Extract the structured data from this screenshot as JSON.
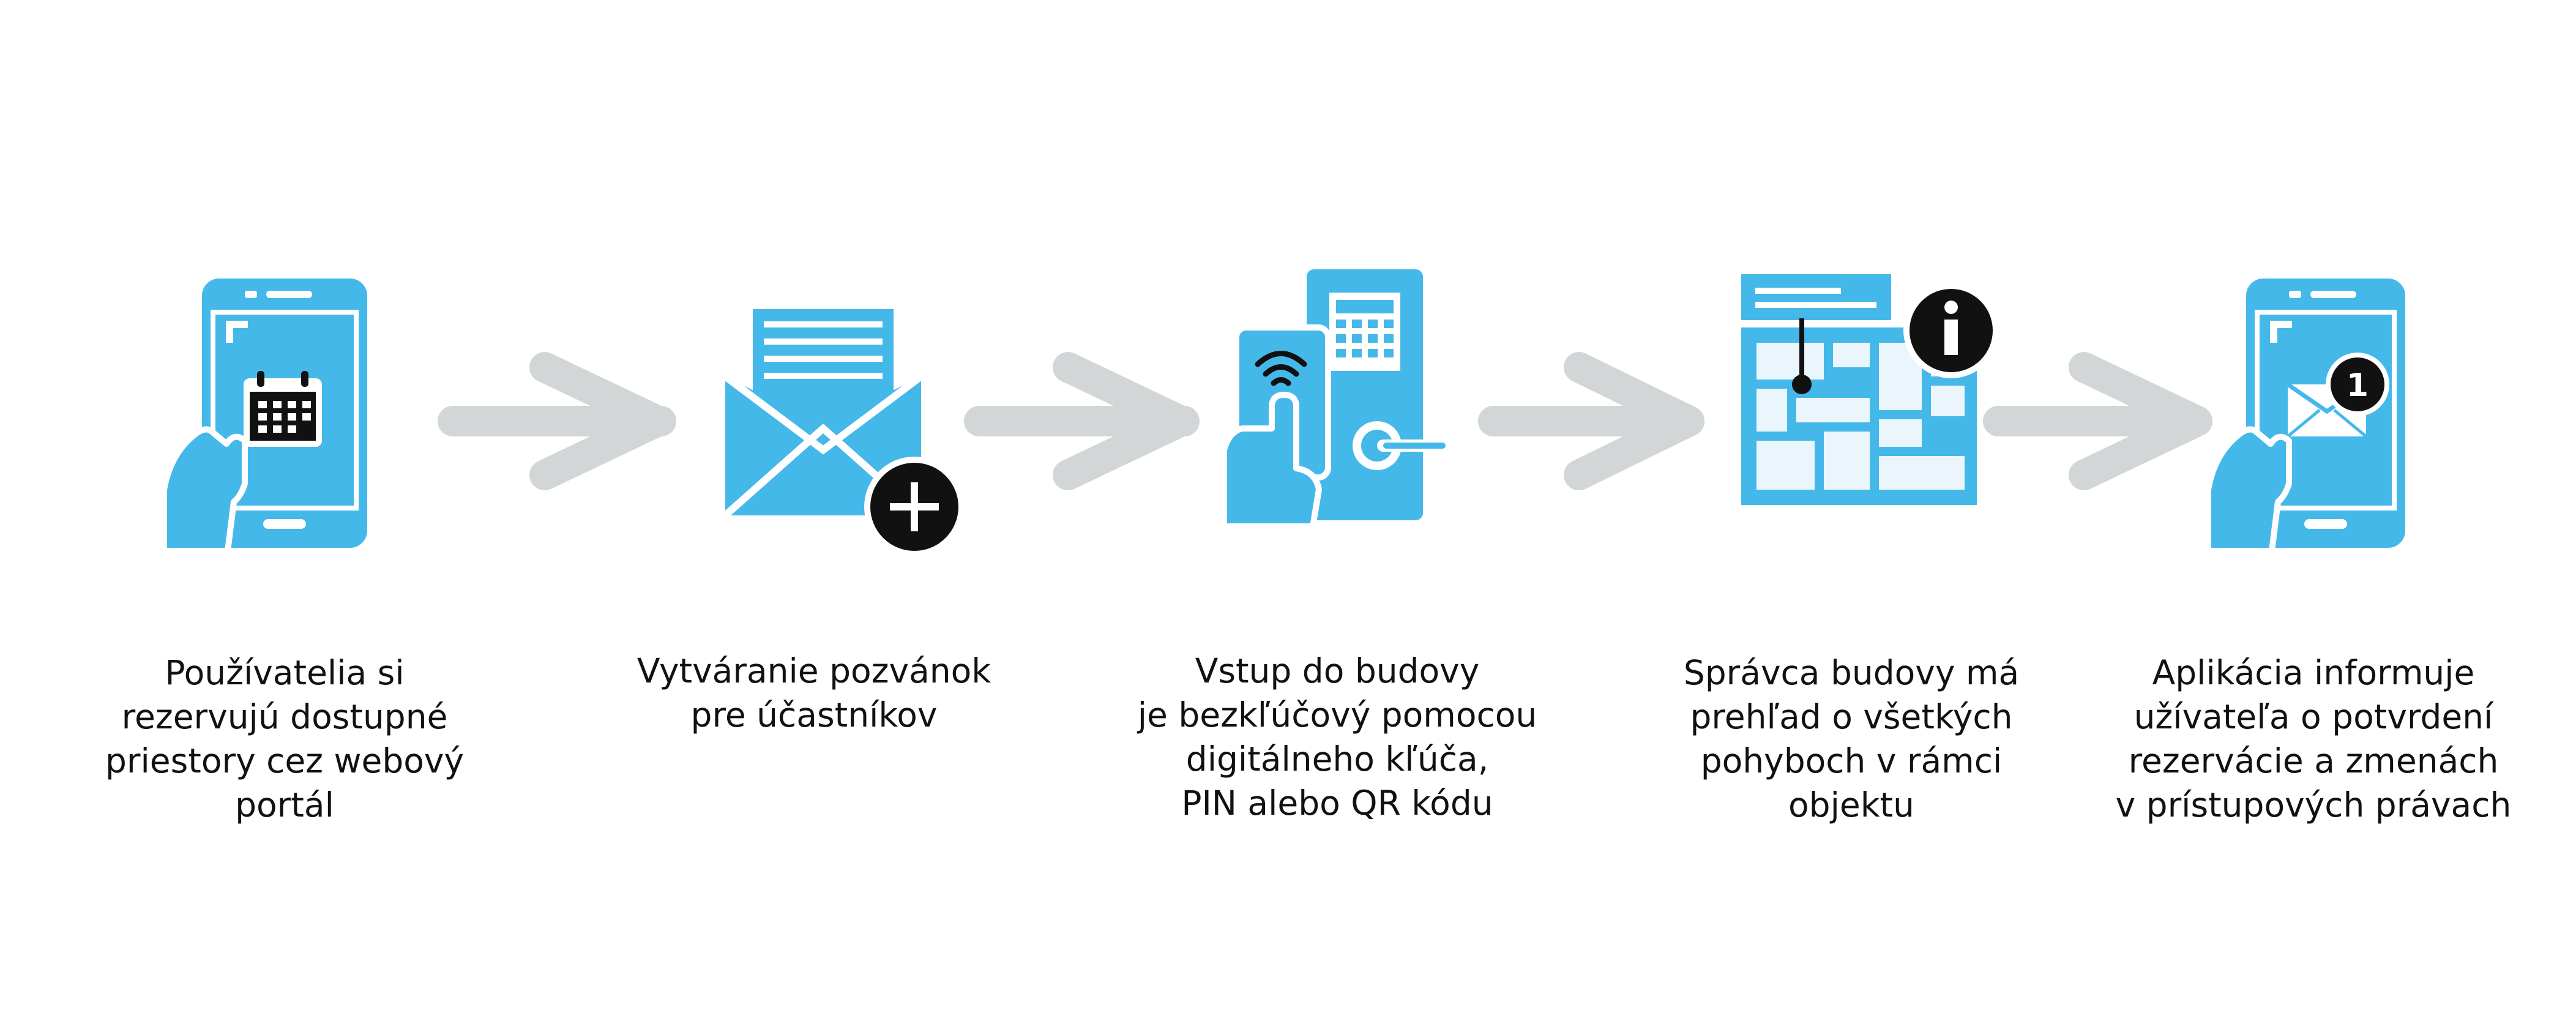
{
  "colors": {
    "accent": "#45B8EA",
    "arrow": "#D2D6D7",
    "dark": "#111111",
    "light": "#EAF6FC",
    "background": "#FFFFFF"
  },
  "steps": [
    {
      "icon": "smartphone-calendar-icon",
      "caption": [
        "Používatelia si",
        "rezervujú dostupné",
        "priestory cez webový",
        "portál"
      ]
    },
    {
      "icon": "envelope-add-icon",
      "caption": [
        "Vytváranie pozvánok",
        "pre účastníkov"
      ]
    },
    {
      "icon": "keyless-door-access-icon",
      "caption": [
        "Vstup do budovy",
        "je bezkľúčový pomocou",
        "digitálneho kľúča,",
        "PIN alebo QR kódu"
      ]
    },
    {
      "icon": "floor-plan-info-icon",
      "caption": [
        "Správca budovy má",
        "prehľad o všetkých",
        "pohyboch v rámci",
        "objektu"
      ]
    },
    {
      "icon": "smartphone-notification-icon",
      "caption": [
        "Aplikácia informuje",
        "užívateľa o potvrdení",
        "rezervácie a zmenách",
        "v prístupových právach"
      ]
    }
  ],
  "arrow_icon": "chevron-arrow-right-icon",
  "notification_badge": "1"
}
